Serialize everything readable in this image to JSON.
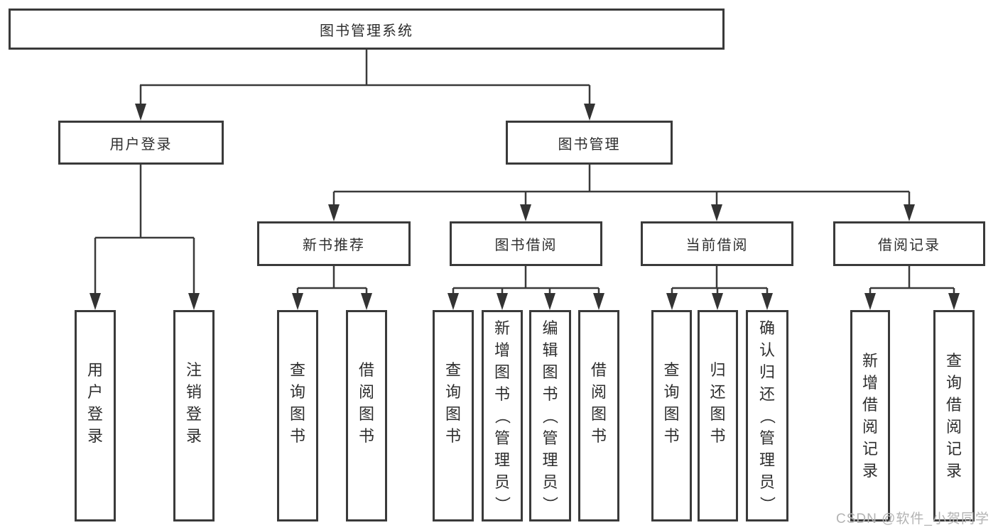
{
  "root": {
    "label": "图书管理系统"
  },
  "level2": {
    "user_login": {
      "label": "用户登录"
    },
    "book_management": {
      "label": "图书管理"
    }
  },
  "level3": {
    "new_book_recommend": {
      "label": "新书推荐"
    },
    "book_borrow": {
      "label": "图书借阅"
    },
    "current_borrow": {
      "label": "当前借阅"
    },
    "borrow_record": {
      "label": "借阅记录"
    }
  },
  "level4": {
    "user_login": {
      "label": "用户登录"
    },
    "logout": {
      "label": "注销登录"
    },
    "recommend_query_book": {
      "label": "查询图书"
    },
    "recommend_borrow_book": {
      "label": "借阅图书"
    },
    "borrow_query_book": {
      "label": "查询图书"
    },
    "borrow_add_book": {
      "label": "新增图书（管理员）"
    },
    "borrow_edit_book": {
      "label": "编辑图书（管理员）"
    },
    "borrow_borrow_book": {
      "label": "借阅图书"
    },
    "current_query_book": {
      "label": "查询图书"
    },
    "current_return_book": {
      "label": "归还图书"
    },
    "current_confirm_return": {
      "label": "确认归还（管理员）"
    },
    "record_add_borrow_record": {
      "label": "新增借阅记录"
    },
    "record_query_borrow_record": {
      "label": "查询借阅记录"
    }
  },
  "watermark": {
    "text": "CSDN @软件_小贺同学"
  },
  "colors": {
    "line": "#3a3a3a",
    "text": "#2e2e2e",
    "watermark": "#b3b3b3"
  }
}
